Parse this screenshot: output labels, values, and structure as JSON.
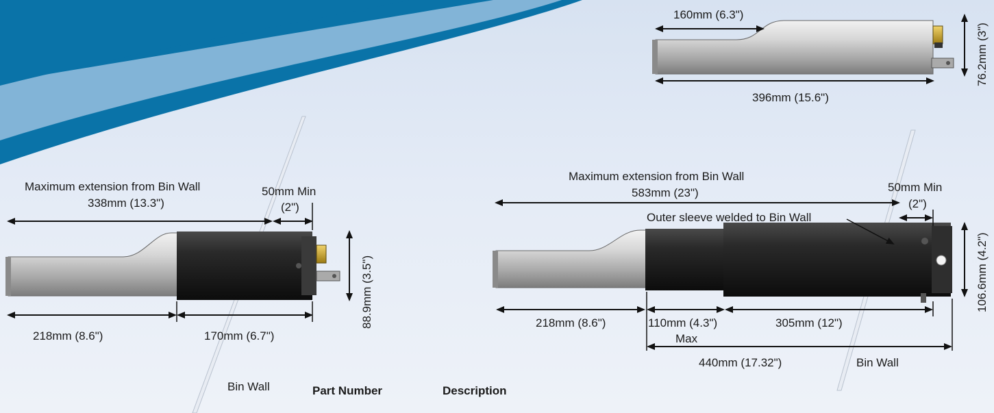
{
  "colors": {
    "banner_dark": "#0a73a8",
    "banner_light": "#8fbbdb",
    "sleeve_black": "#1c1c1c",
    "probe_silver": "#c9c9c9",
    "connector_gold": "#c9a227"
  },
  "top_view": {
    "length_label": "160mm (6.3\")",
    "total_label": "396mm (15.6\")",
    "diameter_label": "76.2mm (3\")"
  },
  "left_view": {
    "max_ext_title": "Maximum extension from Bin Wall",
    "max_ext_value": "338mm (13.3\")",
    "min_label": "50mm Min",
    "min_inch": "(2\")",
    "probe_len": "218mm (8.6\")",
    "sleeve_len": "170mm (6.7\")",
    "diameter": "88.9mm (3.5\")",
    "bin_wall": "Bin Wall"
  },
  "right_view": {
    "max_ext_title": "Maximum extension from Bin Wall",
    "max_ext_value": "583mm (23\")",
    "min_label": "50mm Min",
    "min_inch": "(2\")",
    "outer_sleeve": "Outer sleeve welded to Bin Wall",
    "probe_len": "218mm (8.6\")",
    "inner_len": "110mm (4.3\")",
    "max_word": "Max",
    "outer_len": "305mm (12\")",
    "total_len": "440mm (17.32\")",
    "diameter": "106.6mm (4.2\")",
    "bin_wall": "Bin Wall"
  },
  "table_headers": {
    "part_number": "Part Number",
    "description": "Description"
  }
}
